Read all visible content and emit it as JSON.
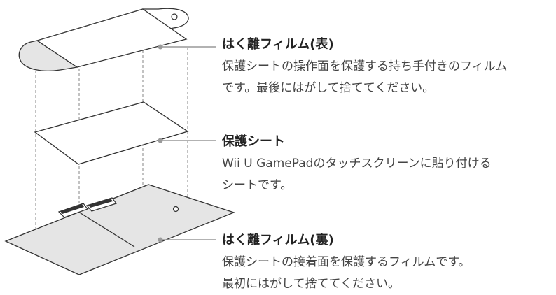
{
  "callouts": {
    "front": {
      "title": "はく離フィルム(表)",
      "line1": "保護シートの操作面を保護する持ち手付きのフィルム",
      "line2": "です。最後にはがして捨ててください。"
    },
    "sheet": {
      "title": "保護シート",
      "line1": "Wii U GamePadのタッチスクリーンに貼り付ける",
      "line2": "シートです。"
    },
    "back": {
      "title": "はく離フィルム(裏)",
      "line1": "保護シートの接着面を保護するフィルムです。",
      "line2": "最初にはがして捨ててください。"
    }
  },
  "colors": {
    "line": "#333333",
    "dashed": "#9a9a9a",
    "film_fill": "#e5e5e5",
    "sheet_fill": "#ffffff",
    "leader": "#999999",
    "leader_dot": "#9a9a9a"
  }
}
